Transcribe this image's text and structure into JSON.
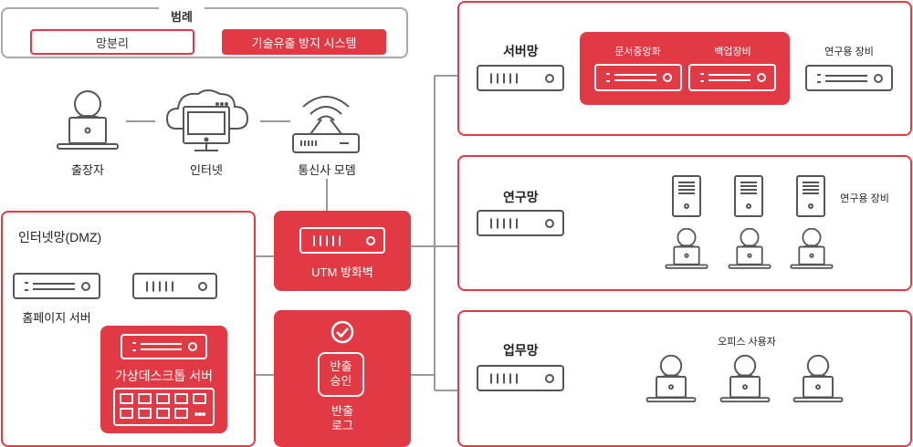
{
  "legend": {
    "title": "범례",
    "segment": "망분리",
    "system": "기술유출 방지 시스템"
  },
  "external": {
    "remote_worker": "출장자",
    "internet": "인터넷",
    "carrier_modem": "통신사 모뎀"
  },
  "utm": {
    "label": "UTM 방화벽"
  },
  "dmz": {
    "title": "인터넷망(DMZ)",
    "homepage": "홈페이지 서버",
    "vdi": "가상데스크톱 서버"
  },
  "export": {
    "approval_line1": "반출",
    "approval_line2": "승인",
    "log_line1": "반출",
    "log_line2": "로그"
  },
  "server_net": {
    "title": "서버망",
    "doc_central": "문서중앙화",
    "backup": "백업장비",
    "research_equipment": "연구용 장비"
  },
  "research_net": {
    "title": "연구망",
    "research_equipment": "연구용 장비"
  },
  "business_net": {
    "title": "업무망",
    "office_users": "오피스 사용자"
  },
  "colors": {
    "accent": "#e23a44",
    "line": "#999999",
    "icon": "#555555",
    "legend_border": "#a8a8a8"
  },
  "icons": [
    "person-laptop-icon",
    "cloud-monitor-icon",
    "wifi-router-icon",
    "server-rack-icon",
    "tower-server-icon",
    "check-circle-icon",
    "arrow-left-icon"
  ]
}
